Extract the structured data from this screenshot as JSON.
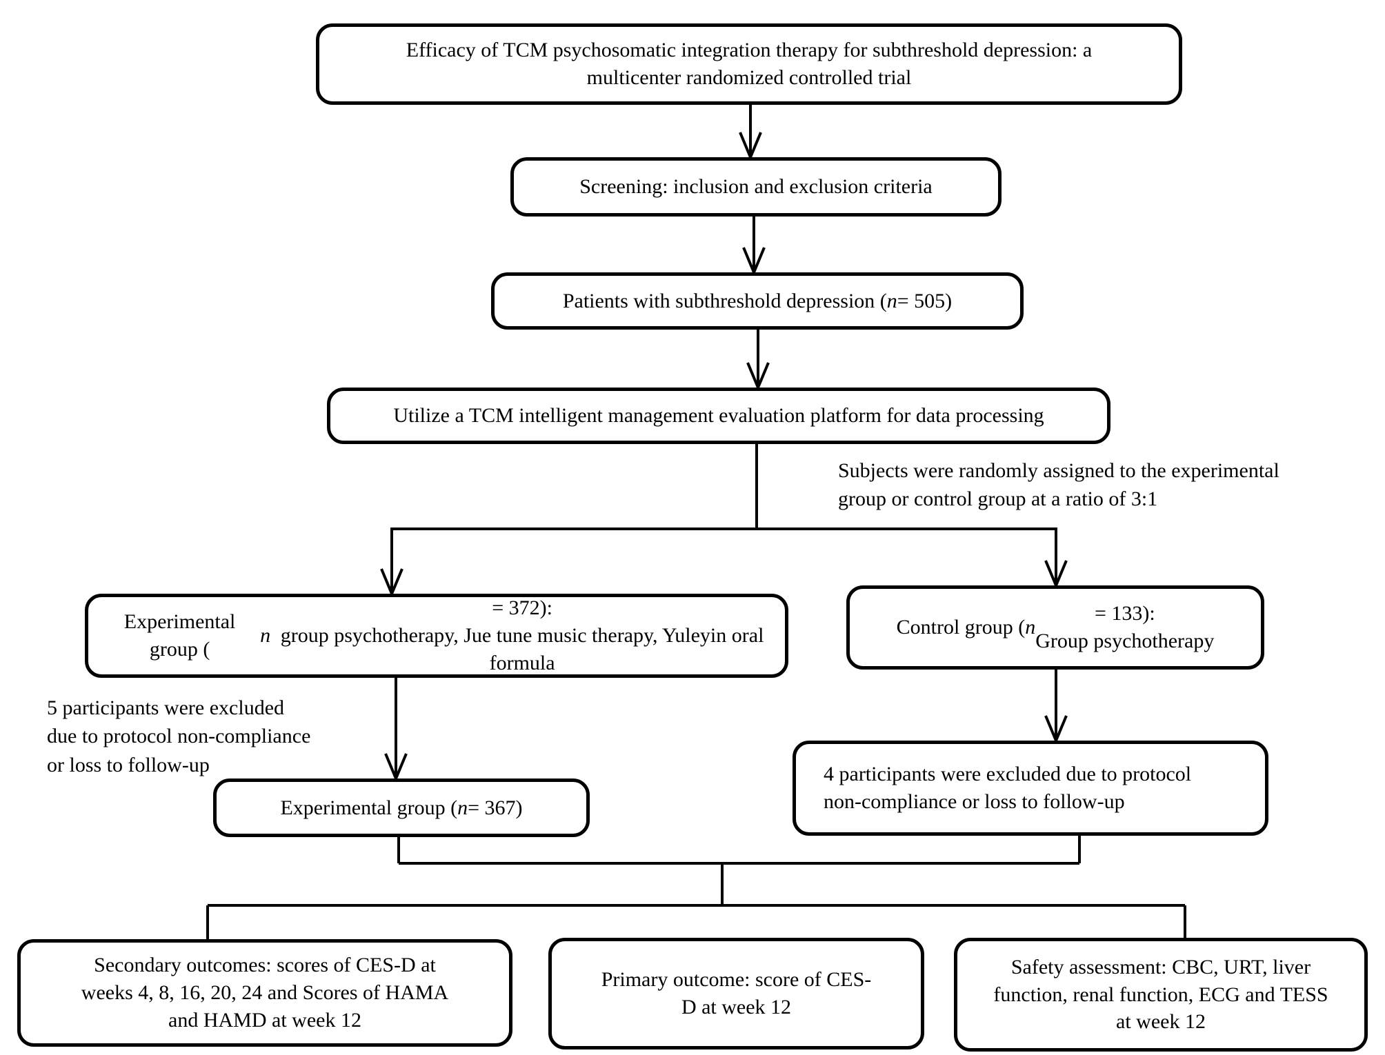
{
  "figure": {
    "background_color": "#ffffff",
    "line_color": "#000000",
    "text_color": "#000000"
  },
  "boxes": {
    "title": {
      "lines": [
        "Efficacy of TCM psychosomatic integration therapy for subthreshold depression: a",
        "multicenter randomized controlled trial"
      ]
    },
    "screening": {
      "lines": [
        "Screening: inclusion and exclusion criteria"
      ]
    },
    "patients": {
      "lines": [
        "Patients with subthreshold depression (n = 505)"
      ]
    },
    "platform": {
      "lines": [
        "Utilize a TCM intelligent management evaluation platform for data processing"
      ]
    },
    "experimental_group": {
      "lines": [
        "Experimental group (n = 372):",
        "group psychotherapy, Jue tune music therapy, Yuleyin oral formula"
      ]
    },
    "control_group": {
      "lines": [
        "Control group (n = 133):",
        "Group psychotherapy"
      ]
    },
    "experimental_group_after": {
      "lines": [
        "Experimental group (n = 367)"
      ]
    },
    "control_excluded": {
      "lines": [
        "4 participants were excluded due to protocol",
        "non-compliance or loss to follow-up"
      ]
    },
    "secondary_outcomes": {
      "lines": [
        "Secondary outcomes: scores of CES-D at",
        "weeks 4, 8, 16, 20, 24 and Scores of HAMA",
        "and HAMD at week 12"
      ]
    },
    "primary_outcome": {
      "lines": [
        "Primary outcome: score of CES-",
        "D at week 12"
      ]
    },
    "safety_assessment": {
      "lines": [
        "Safety assessment: CBC, URT, liver",
        "function, renal function, ECG and TESS",
        "at week 12"
      ]
    }
  },
  "notes": {
    "randomization": {
      "lines": [
        "Subjects were randomly assigned to the experimental",
        "group or control group at a ratio of 3:1"
      ]
    },
    "excluded_experimental": {
      "lines": [
        "5 participants were excluded",
        "due to protocol non-compliance",
        "or loss to follow-up"
      ]
    }
  }
}
